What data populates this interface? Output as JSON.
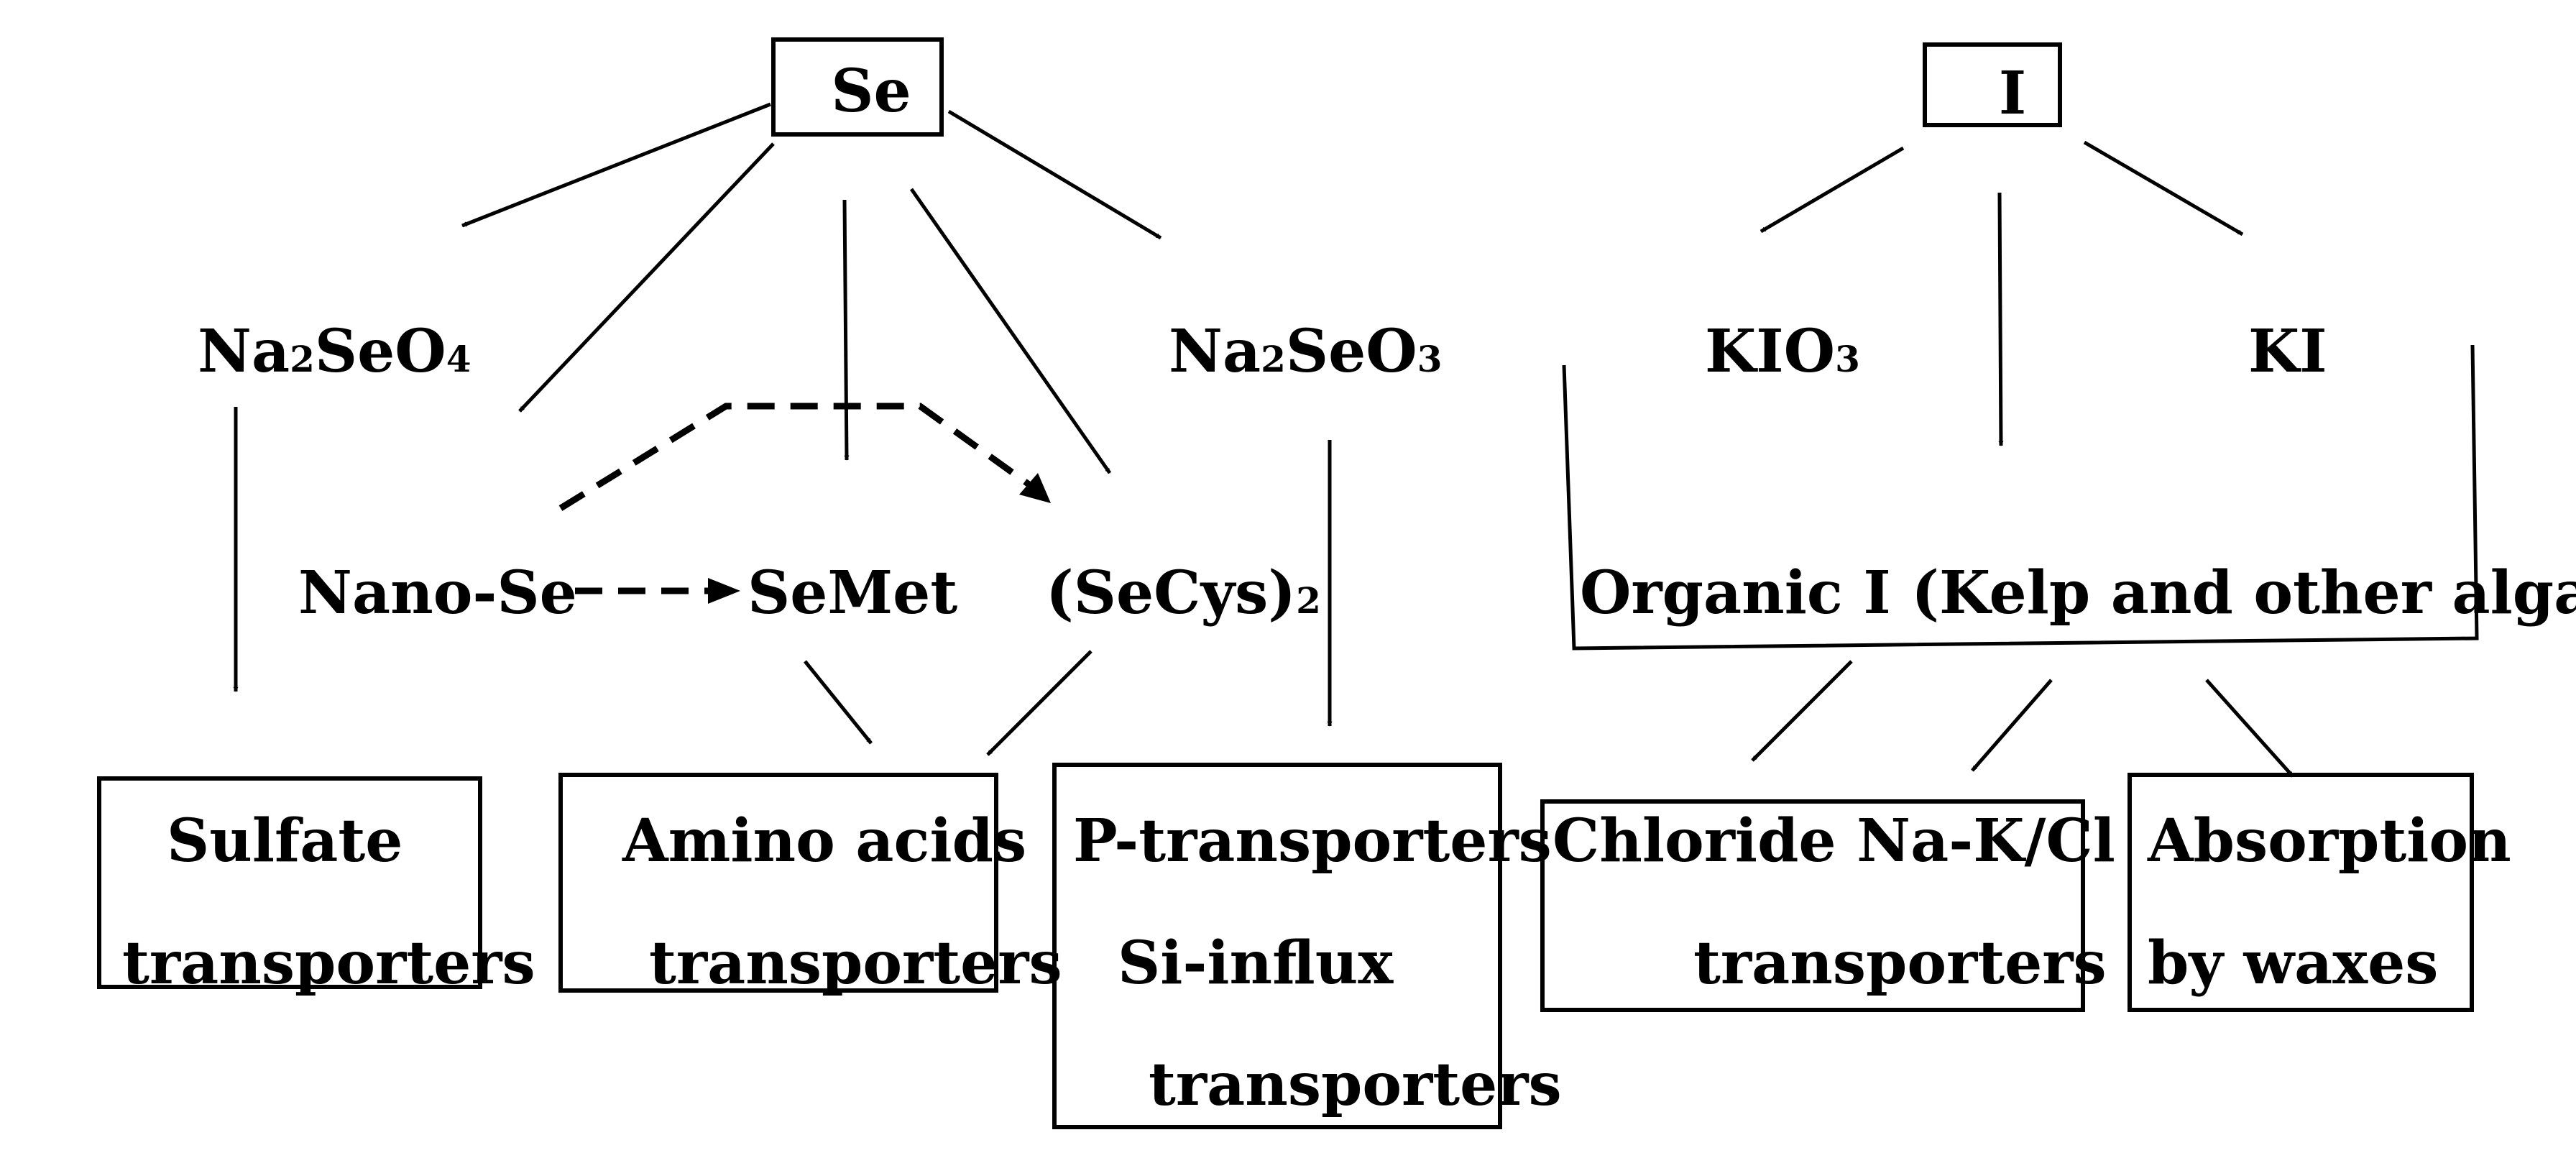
{
  "selenium": {
    "root": "Se",
    "sodium_selenate": {
      "base": "Na",
      "n1": "2",
      "mid": "SeO",
      "n2": "4"
    },
    "sodium_selenite": {
      "base": "Na",
      "n1": "2",
      "mid": "SeO",
      "n2": "3"
    },
    "nano_se": "Nano-Se",
    "semet": "SeMet",
    "secys2": {
      "base": "(SeCys)",
      "n": "2"
    },
    "sulfate_box": [
      "Sulfate",
      "transporters"
    ],
    "amino_box": [
      "Amino acids",
      "transporters"
    ],
    "p_box": [
      "P-transporters",
      "Si-influx",
      "transporters"
    ]
  },
  "iodine": {
    "root": "I",
    "kio3": {
      "base": "KIO",
      "n": "3"
    },
    "ki": "KI",
    "organic": "Organic I (Kelp and other algae)",
    "chloride_box": [
      "Chloride Na-K/Cl",
      "transporters"
    ],
    "absorption_box": [
      "Absorption",
      "by waxes"
    ]
  }
}
